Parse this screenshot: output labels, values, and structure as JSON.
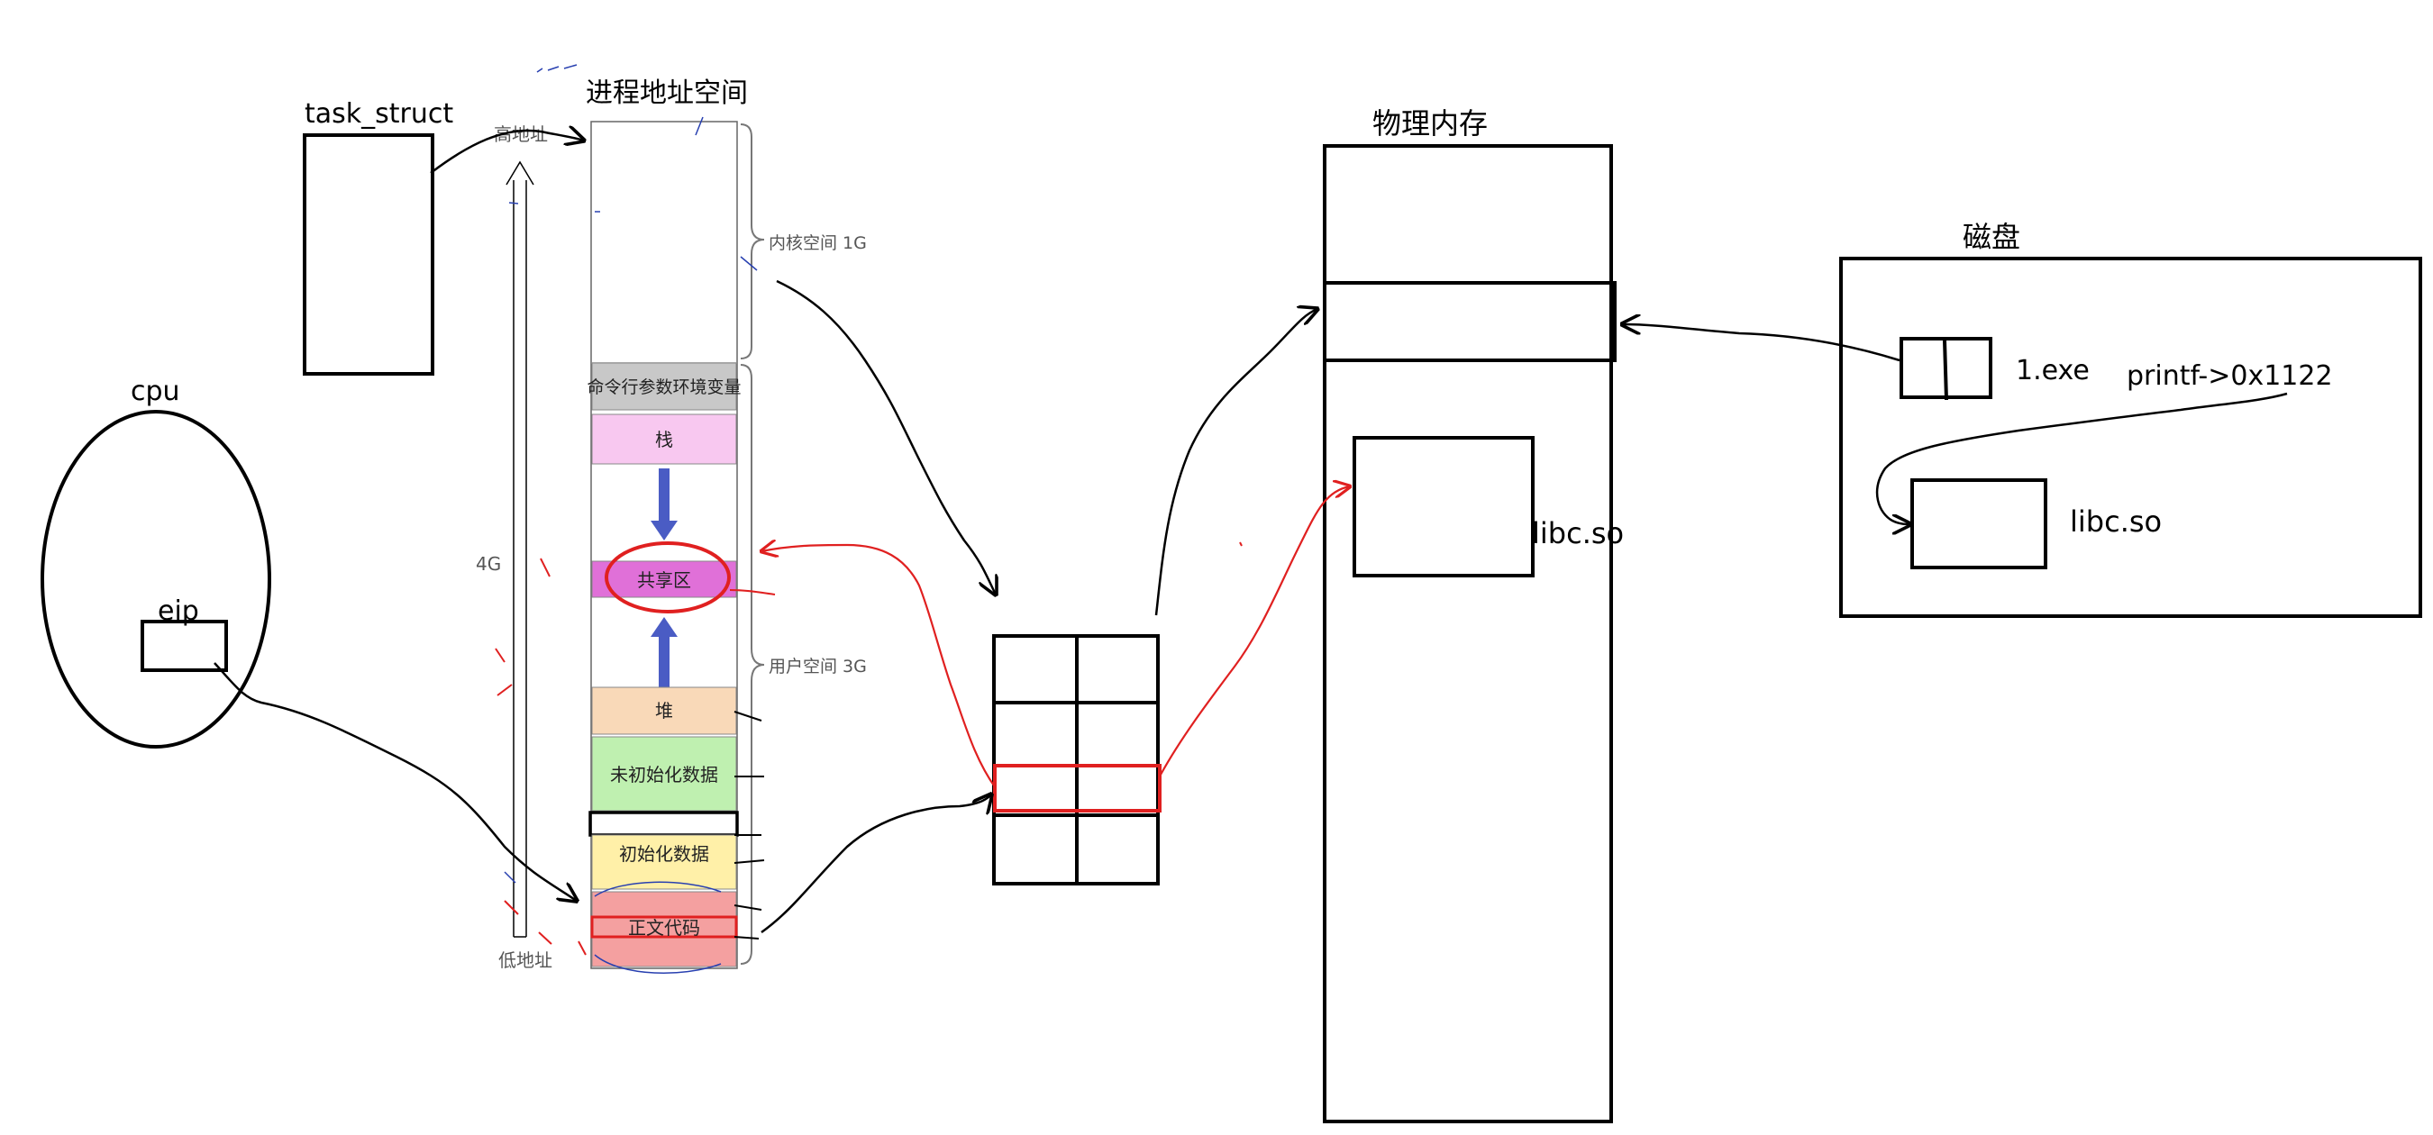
{
  "colors": {
    "ink": "#000000",
    "red": "#e02020",
    "arrow_blue": "#4a5cc4",
    "seg_gray": "#c8c8c8",
    "seg_pink": "#f8c8f0",
    "seg_magenta": "#e070d8",
    "seg_peach": "#f9d9b8",
    "seg_green": "#bff0b0",
    "seg_yellow": "#fff0a8",
    "seg_red": "#f4a0a0"
  },
  "labels": {
    "task_struct": "task_struct",
    "process_space": "进程地址空间",
    "high_addr": "高地址",
    "low_addr": "低地址",
    "size_4g": "4G",
    "kernel_space": "内核空间 1G",
    "user_space": "用户空间 3G",
    "cpu": "cpu",
    "eip": "eip",
    "physical_memory": "物理内存",
    "libc_mem": "libc.so",
    "disk": "磁盘",
    "exe": "1.exe",
    "printf_note": "printf->0x1122",
    "libc_disk": "libc.so"
  },
  "segments": {
    "cmdline_env": "命令行参数环境变量",
    "stack": "栈",
    "shared": "共享区",
    "heap": "堆",
    "uninit_data": "未初始化数据",
    "init_data": "初始化数据",
    "text": "正文代码"
  }
}
